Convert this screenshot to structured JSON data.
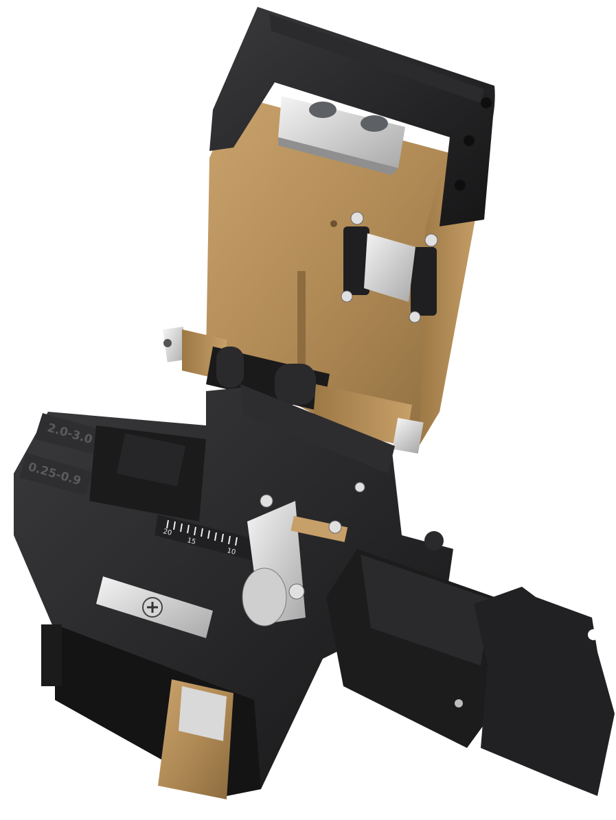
{
  "product": {
    "slot_labels": [
      "2.0-3.0",
      "0.25-0.9"
    ],
    "scale_marks": [
      "20",
      "15",
      "10"
    ]
  },
  "colors": {
    "background": "#ffffff",
    "body_black": "#1e1e20",
    "bronze": "#b08a55",
    "steel": "#d9d9d9"
  }
}
